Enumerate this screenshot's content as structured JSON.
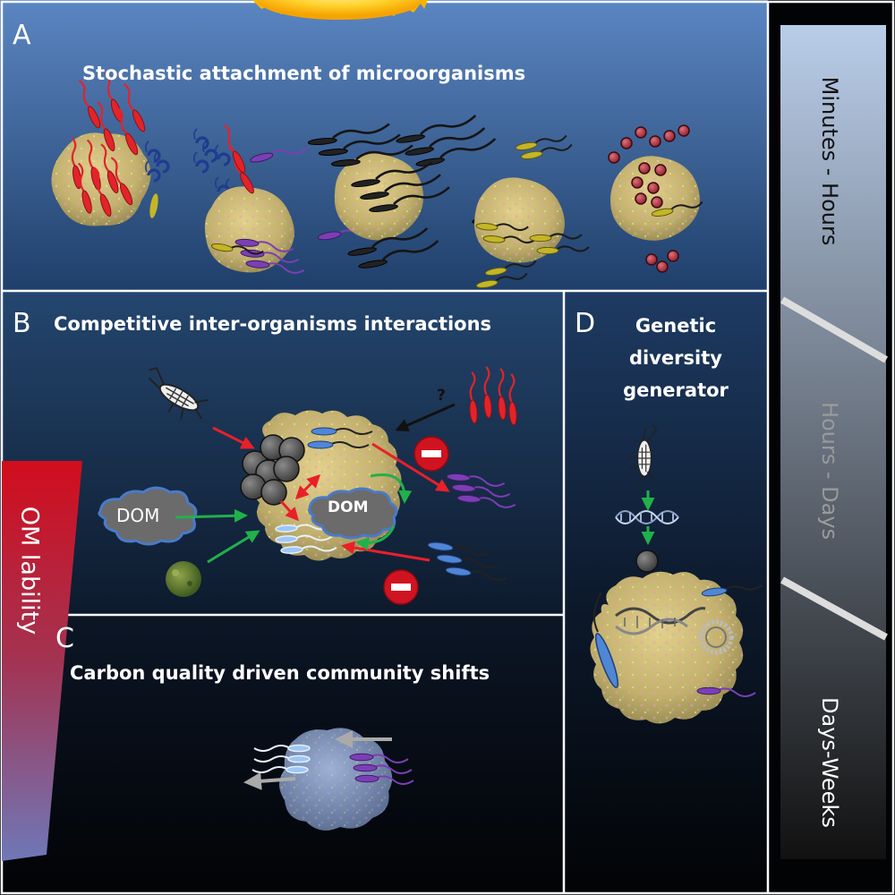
{
  "panels": {
    "a": {
      "letter": "A",
      "title": "Stochastic attachment of microorganisms"
    },
    "b": {
      "letter": "B",
      "title": "Competitive inter-organisms interactions"
    },
    "c": {
      "letter": "C",
      "title": "Carbon quality driven community shifts"
    },
    "d": {
      "letter": "D",
      "title_lines": [
        "Genetic",
        "diversity",
        "generator"
      ]
    }
  },
  "labels": {
    "dom_outside": "DOM",
    "dom_inside": "DOM",
    "unknown_mark": "?",
    "om_lability": "OM lability"
  },
  "timescale": [
    "Minutes - Hours",
    "Hours - Days",
    "Days-Weeks"
  ],
  "colors": {
    "arrow_red": "#e8202a",
    "arrow_green": "#22b04b",
    "arrow_black": "#111111",
    "arrow_grey": "#aaaaaa",
    "bact_red": "#e3232a",
    "bact_blue": "#1f3c8f",
    "bact_purple": "#7b3fb5",
    "bact_yellow": "#b5a520",
    "bact_black": "#151515",
    "particle": "#c8b773"
  },
  "icons": [
    "sun-icon",
    "copepod-icon",
    "algae-icon",
    "dna-icon",
    "plasmid-icon",
    "inhibition-icon"
  ]
}
